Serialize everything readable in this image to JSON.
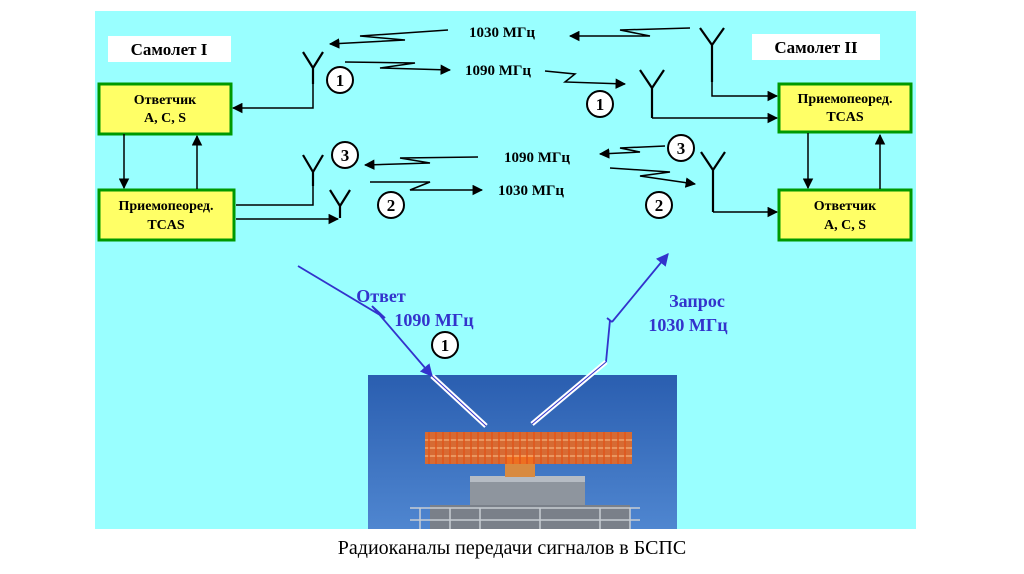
{
  "colors": {
    "panel_bg": "#99ffff",
    "box_fill": "#ffff66",
    "box_border": "#009900",
    "aircraft_label_bg": "#ffffff",
    "radar_sky": "#2f66b8",
    "radar_antenna": "#f26a1b",
    "arrow_blue": "#3333cc",
    "wire": "#000000"
  },
  "diagram": {
    "aircraft_1": {
      "label": "Самолет I",
      "transponder": {
        "line1": "Ответчик",
        "line2": "A, C, S"
      },
      "transceiver": {
        "line1": "Приемопеоред.",
        "line2": "TCAS"
      }
    },
    "aircraft_2": {
      "label": "Самолет II",
      "transceiver": {
        "line1": "Приемопеоред.",
        "line2": "TCAS"
      },
      "transponder": {
        "line1": "Ответчик",
        "line2": "A, C, S"
      }
    },
    "links": {
      "top_1030": "1030 МГц",
      "top_1090": "1090 МГц",
      "mid_1090": "1090 МГц",
      "mid_1030": "1030 МГц"
    },
    "markers": {
      "m1_left": "1",
      "m1_right": "1",
      "m3_left": "3",
      "m3_right": "3",
      "m2_left": "2",
      "m2_right": "2",
      "m1_ground": "1"
    },
    "ground": {
      "reply_line1": "Ответ",
      "reply_line2": "1090 МГц",
      "request_line1": "Запрос",
      "request_line2": "1030 МГц"
    }
  },
  "caption": "Радиоканалы передачи сигналов в БСПС"
}
